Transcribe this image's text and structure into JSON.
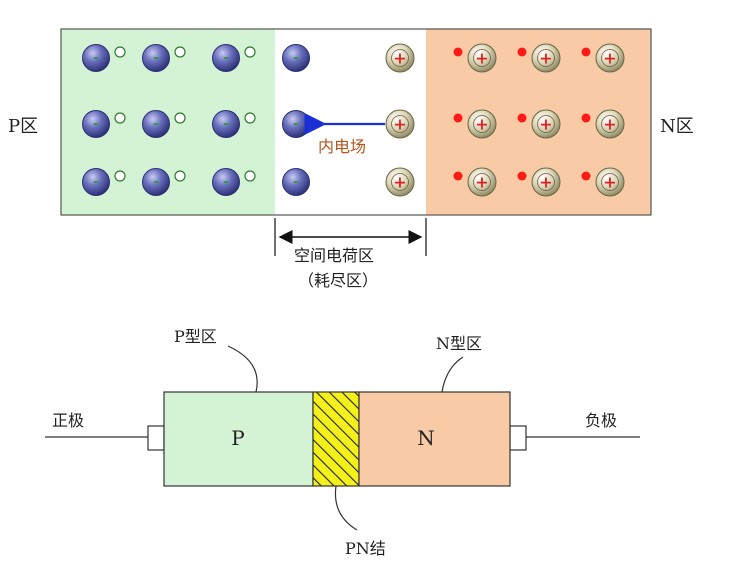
{
  "top_diagram": {
    "p_region_label": "P区",
    "n_region_label": "N区",
    "internal_field_label": "内电场",
    "space_charge_label": "空间电荷区",
    "depletion_label": "（耗尽区）",
    "negative_sign": "-",
    "positive_sign": "+",
    "colors": {
      "p_region": "#d4f2d4",
      "n_region": "#f8cba6",
      "depletion": "#ffffff",
      "acceptor_ion": "#5d62ad",
      "donor_ion": "#d6d3b4",
      "electron": "#ff1a1a",
      "field_arrow": "#1a2fd6",
      "field_label": "#b5541b"
    }
  },
  "bottom_diagram": {
    "p_type_label": "P型区",
    "n_type_label": "N型区",
    "p_letter": "P",
    "n_letter": "N",
    "positive_terminal": "正极",
    "negative_terminal": "负极",
    "pn_junction_label": "PN结",
    "colors": {
      "p_body": "#d4f2d4",
      "n_body": "#f8cba6",
      "junction": "#f3f01a"
    }
  }
}
